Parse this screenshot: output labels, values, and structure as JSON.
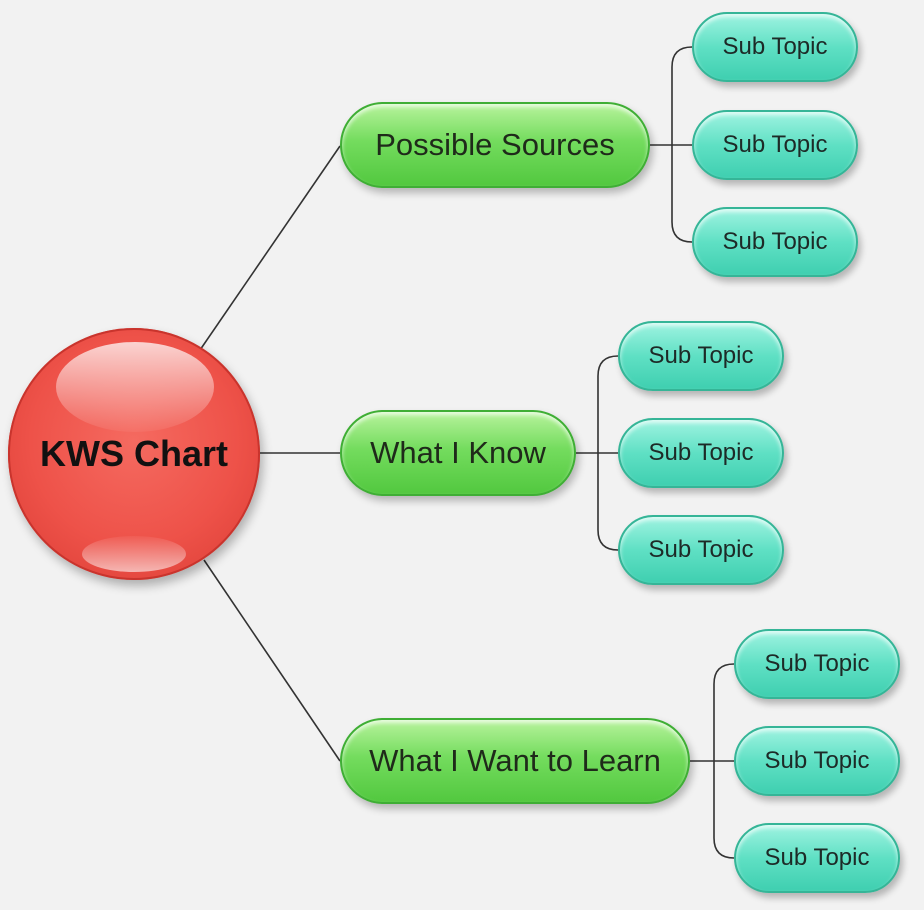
{
  "central": {
    "label": "KWS Chart",
    "color": "#ee5249"
  },
  "branches": [
    {
      "label": "Possible Sources",
      "color": "#74dc5e",
      "subtopics": [
        "Sub Topic",
        "Sub Topic",
        "Sub Topic"
      ]
    },
    {
      "label": "What I Know",
      "color": "#74dc5e",
      "subtopics": [
        "Sub Topic",
        "Sub Topic",
        "Sub Topic"
      ]
    },
    {
      "label": "What I Want to Learn",
      "color": "#74dc5e",
      "subtopics": [
        "Sub Topic",
        "Sub Topic",
        "Sub Topic"
      ]
    }
  ],
  "subtopic_color": "#5fe0c4",
  "connector_color": "#333333"
}
